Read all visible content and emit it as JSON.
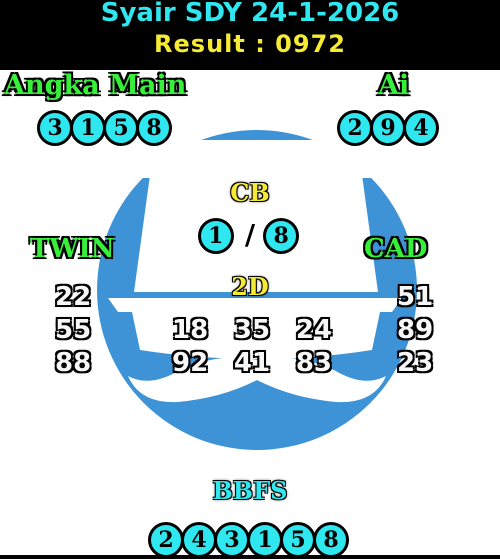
{
  "header": {
    "title": "Syair SDY 24-1-2026",
    "result": "Result : 0972"
  },
  "angka_main": {
    "label": "Angka Main",
    "digits": [
      "3",
      "1",
      "5",
      "8"
    ]
  },
  "ai": {
    "label": "Ai",
    "digits": [
      "2",
      "9",
      "4"
    ]
  },
  "cb": {
    "label": "CB",
    "first": "1",
    "separator": "/",
    "second": "8"
  },
  "twin": {
    "label": "TWIN",
    "values": [
      "22",
      "55",
      "88"
    ]
  },
  "cad": {
    "label": "CAD",
    "values": [
      "51",
      "89",
      "23"
    ]
  },
  "twod": {
    "label": "2D",
    "rows": [
      [
        "18",
        "35",
        "24"
      ],
      [
        "92",
        "41",
        "83"
      ]
    ]
  },
  "bbfs": {
    "label": "BBFS",
    "digits": [
      "2",
      "4",
      "3",
      "1",
      "5",
      "8"
    ]
  },
  "colors": {
    "cyan": "#2fe7ee",
    "yellow": "#f6ea33",
    "green": "#36f03a",
    "blue_circle": "#3d93d6"
  },
  "icons": {
    "background": "white-hat-and-mustache-logo"
  }
}
